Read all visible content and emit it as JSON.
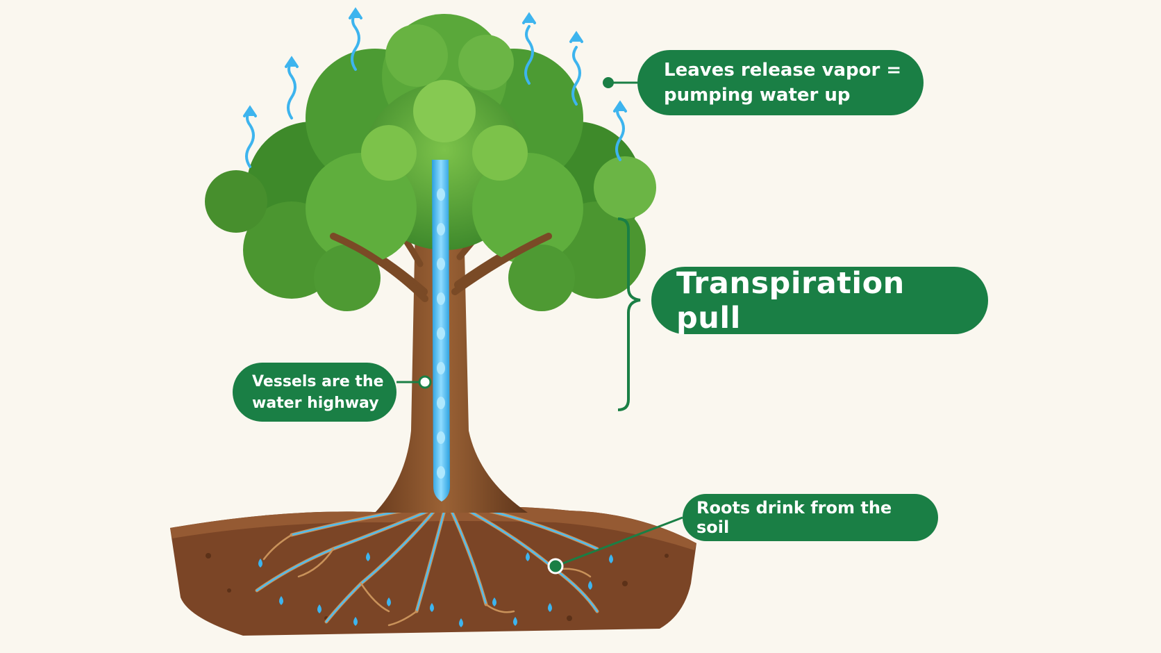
{
  "callouts": {
    "leaves": {
      "line1": "Leaves release vapor =",
      "line2": "pumping water up"
    },
    "transpiration": "Transpiration pull",
    "vessels": {
      "line1": "Vessels are the",
      "line2": "water highway"
    },
    "roots": "Roots drink from the soil"
  },
  "colors": {
    "background": "#faf7ef",
    "pill": "#1a7f45",
    "water": "#3db4ee",
    "soil": "#7b4526",
    "trunk": "#8a5530",
    "foliage": "#5aa83a"
  }
}
